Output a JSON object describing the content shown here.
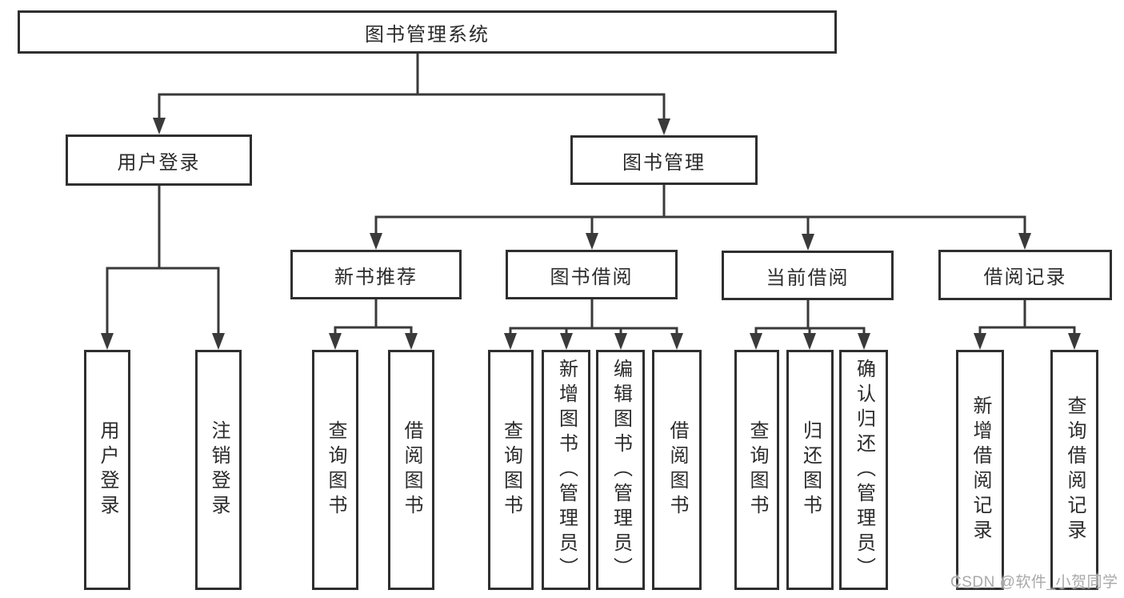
{
  "tree": {
    "root": {
      "label": "图书管理系统",
      "children": [
        {
          "label": "用户登录",
          "children": [
            {
              "label": "用户登录"
            },
            {
              "label": "注销登录"
            }
          ]
        },
        {
          "label": "图书管理",
          "children": [
            {
              "label": "新书推荐",
              "children": [
                {
                  "label": "查询图书"
                },
                {
                  "label": "借阅图书"
                }
              ]
            },
            {
              "label": "图书借阅",
              "children": [
                {
                  "label": "查询图书"
                },
                {
                  "label": "新增图书（管理员）"
                },
                {
                  "label": "编辑图书（管理员）"
                },
                {
                  "label": "借阅图书"
                }
              ]
            },
            {
              "label": "当前借阅",
              "children": [
                {
                  "label": "查询图书"
                },
                {
                  "label": "归还图书"
                },
                {
                  "label": "确认归还（管理员）"
                }
              ]
            },
            {
              "label": "借阅记录",
              "children": [
                {
                  "label": "新增借阅记录"
                },
                {
                  "label": "查询借阅记录"
                }
              ]
            }
          ]
        }
      ]
    }
  },
  "watermark": {
    "text": "CSDN @软件_小贺同学"
  },
  "colors": {
    "line": "#3a3a3a",
    "box_border": "#2f2f2f",
    "box_fill": "#ffffff",
    "text": "#2b2b2b",
    "watermark": "#a9a9a9",
    "background": "#ffffff"
  }
}
